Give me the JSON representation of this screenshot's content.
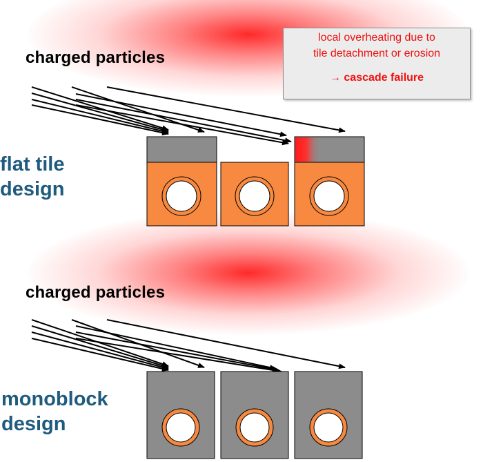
{
  "top_section": {
    "particles_label": "charged particles",
    "design_label_line1": "flat tile",
    "design_label_line2": "design"
  },
  "bottom_section": {
    "particles_label": "charged particles",
    "design_label_line1": "monoblock",
    "design_label_line2": "design"
  },
  "callout": {
    "line1": "local overheating due to",
    "line2": "tile detachment or erosion",
    "arrow_glyph": "→",
    "emphasis": "cascade failure"
  },
  "colors": {
    "armor_gray": "#8c8c8c",
    "heat_sink_orange": "#f78a40",
    "label_blue": "#1f5b7e",
    "callout_red": "#ee1111",
    "plasma_red": "#ff2020"
  }
}
